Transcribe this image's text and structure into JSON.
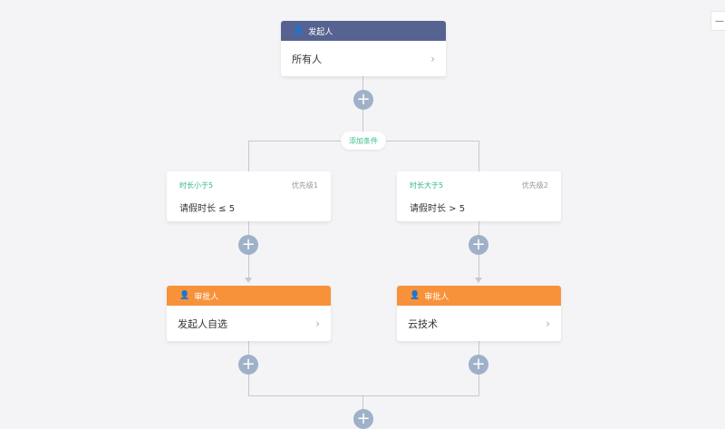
{
  "start_node": {
    "title": "发起人",
    "value": "所有人"
  },
  "add_condition_label": "添加条件",
  "conditions": [
    {
      "name": "时长小于5",
      "priority": "优先级1",
      "expression": "请假时长 ≤ 5"
    },
    {
      "name": "时长大于5",
      "priority": "优先级2",
      "expression": "请假时长 > 5"
    }
  ],
  "approvers": [
    {
      "title": "审批人",
      "value": "发起人自选"
    },
    {
      "title": "审批人",
      "value": "云技术"
    }
  ],
  "icons": {
    "plus": "+",
    "chevron": "›",
    "user": "user-icon",
    "zoom_out": "—"
  },
  "colors": {
    "start_header": "#56628f",
    "approver_header": "#f7923a",
    "condition_name": "#2fb985",
    "plus_button": "#9fb1c8"
  }
}
